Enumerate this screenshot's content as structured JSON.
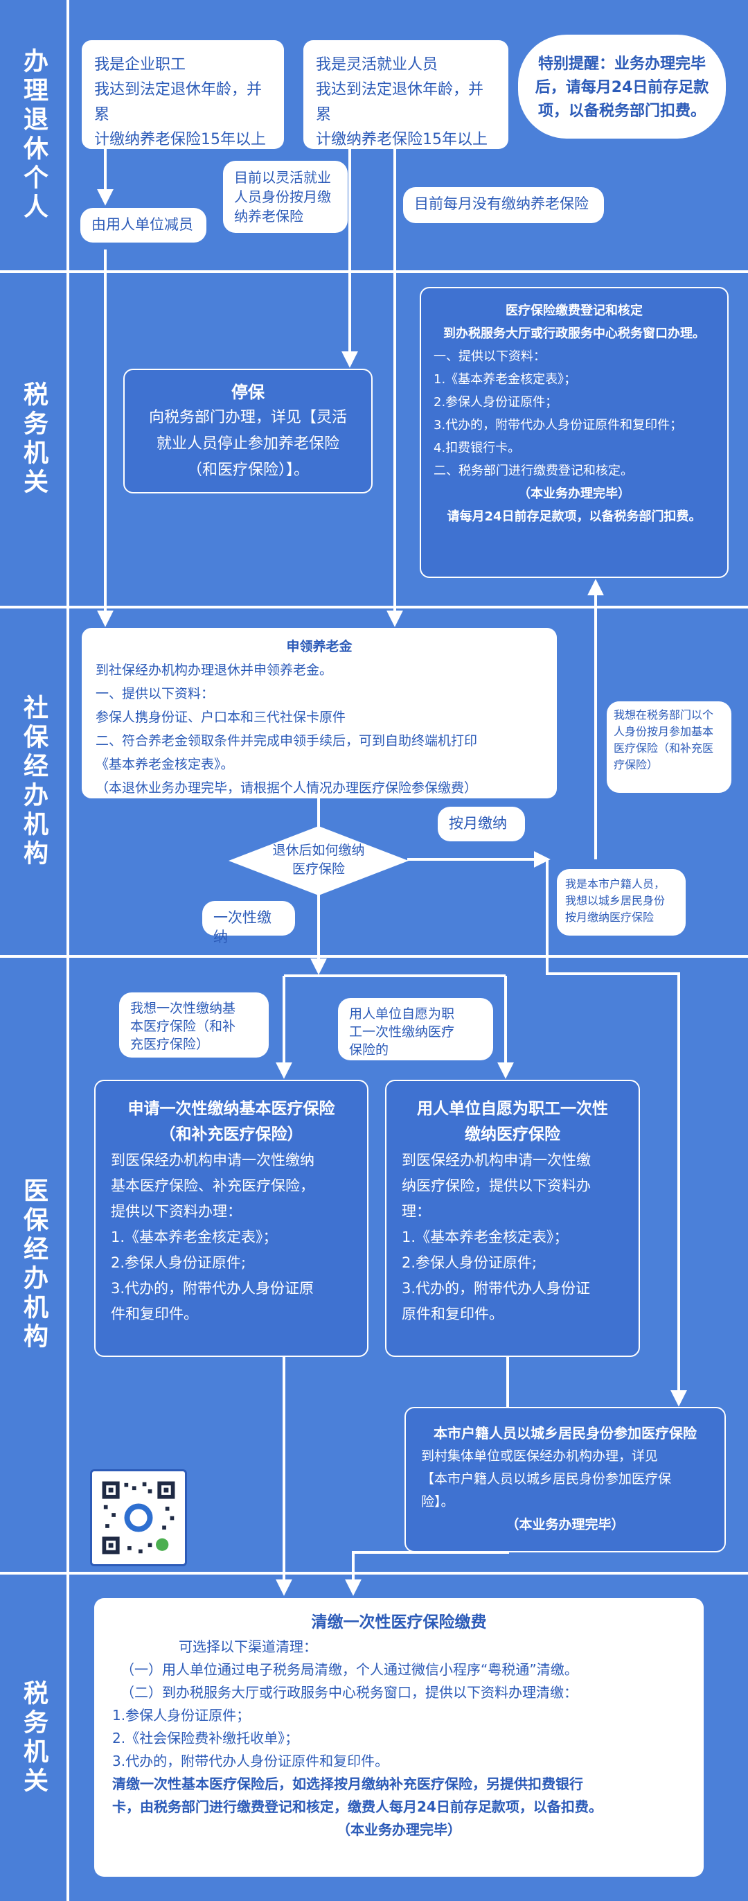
{
  "lanes": [
    {
      "label": "办理退休个人"
    },
    {
      "label": "税务机关"
    },
    {
      "label": "社保经办机构"
    },
    {
      "label": "医保经办机构"
    },
    {
      "label": "税务机关"
    }
  ],
  "retire": {
    "employee_box": [
      "我是企业职工",
      "我达到法定退休年龄，并累",
      "计缴纳养老保险15年以上"
    ],
    "flexible_box": [
      "我是灵活就业人员",
      "我达到法定退休年龄，并累",
      "计缴纳养老保险15年以上"
    ],
    "reminder": [
      "特别提醒：业务办理完毕",
      "后，请每月24日前存足款",
      "项，以备税务部门扣费。"
    ],
    "employer_reduce": "由用人单位减员",
    "flexible_monthly": [
      "目前以灵活就业",
      "人员身份按月缴",
      "纳养老保险"
    ],
    "no_payment": "目前每月没有缴纳养老保险"
  },
  "tax1": {
    "stop_title": "停保",
    "stop_body": [
      "向税务部门办理，详见【灵活",
      "就业人员停止参加养老保险",
      "（和医疗保险）】。"
    ],
    "register_title": "医疗保险缴费登记和核定",
    "register_subtitle": "到办税服务大厅或行政服务中心税务窗口办理。",
    "register_lines": [
      "一、提供以下资料：",
      "1.《基本养老金核定表》；",
      "2.参保人身份证原件；",
      "3.代办的，附带代办人身份证原件和复印件；",
      "4.扣费银行卡。",
      "二、税务部门进行缴费登记和核定。"
    ],
    "register_done": "（本业务办理完毕）",
    "register_note": "请每月24日前存足款项，以备税务部门扣费。"
  },
  "social": {
    "pension_title": "申领养老金",
    "pension_lines": [
      "到社保经办机构办理退休并申领养老金。",
      "一、提供以下资料：",
      "参保人携身份证、户口本和三代社保卡原件",
      "二、符合养老金领取条件并完成申领手续后，可到自助终端机打印",
      "《基本养老金核定表》。",
      "（本退休业务办理完毕，请根据个人情况办理医疗保险参保缴费）"
    ],
    "decision": [
      "退休后如何缴纳",
      "医疗保险"
    ],
    "monthly_label": "按月缴纳",
    "lumpsum_label": "一次性缴纳",
    "want_tax_monthly": [
      "我想在税务部门以个",
      "人身份按月参加基本",
      "医疗保险（和补充医",
      "疗保险）"
    ],
    "local_resident": [
      "我是本市户籍人员，",
      "我想以城乡居民身份",
      "按月缴纳医疗保险"
    ]
  },
  "medical": {
    "want_lumpsum": [
      "我想一次性缴纳基",
      "本医疗保险（和补",
      "充医疗保险）"
    ],
    "employer_willing": [
      "用人单位自愿为职",
      "工一次性缴纳医疗",
      "保险的"
    ],
    "apply_title": [
      "申请一次性缴纳基本医疗保险",
      "（和补充医疗保险）"
    ],
    "apply_lines": [
      "到医保经办机构申请一次性缴纳",
      "基本医疗保险、补充医疗保险，",
      "提供以下资料办理：",
      "1.《基本养老金核定表》；",
      "2.参保人身份证原件;",
      "3.代办的，附带代办人身份证原",
      "件和复印件。"
    ],
    "employer_title": [
      "用人单位自愿为职工一次性",
      "缴纳医疗保险"
    ],
    "employer_lines": [
      "到医保经办机构申请一次性缴",
      "纳医疗保险，提供以下资料办",
      "理：",
      "1.《基本养老金核定表》；",
      "2.参保人身份证原件;",
      "3.代办的，附带代办人身份证",
      "原件和复印件。"
    ],
    "resident_title": "本市户籍人员以城乡居民身份参加医疗保险",
    "resident_lines": [
      "到村集体单位或医保经办机构办理，详见",
      "【本市户籍人员以城乡居民身份参加医疗保",
      "险】。"
    ],
    "resident_done": "（本业务办理完毕）"
  },
  "tax2": {
    "title": "清缴一次性医疗保险缴费",
    "intro": "可选择以下渠道清理：",
    "lines": [
      "（一）用人单位通过电子税务局清缴，个人通过微信小程序“粤税通”清缴。",
      "（二）到办税服务大厅或行政服务中心税务窗口，提供以下资料办理清缴：",
      "1.参保人身份证原件；",
      "2.《社会保险费补缴托收单》；",
      "3.代办的，附带代办人身份证原件和复印件。"
    ],
    "note": [
      "清缴一次性基本医疗保险后，如选择按月缴纳补充医疗保险，另提供扣费银行",
      "卡，由税务部门进行缴费登记和核定，缴费人每月24日前存足款项，以备扣费。"
    ],
    "done": "（本业务办理完毕）"
  },
  "icons": {
    "qr": "qr-code-icon"
  }
}
